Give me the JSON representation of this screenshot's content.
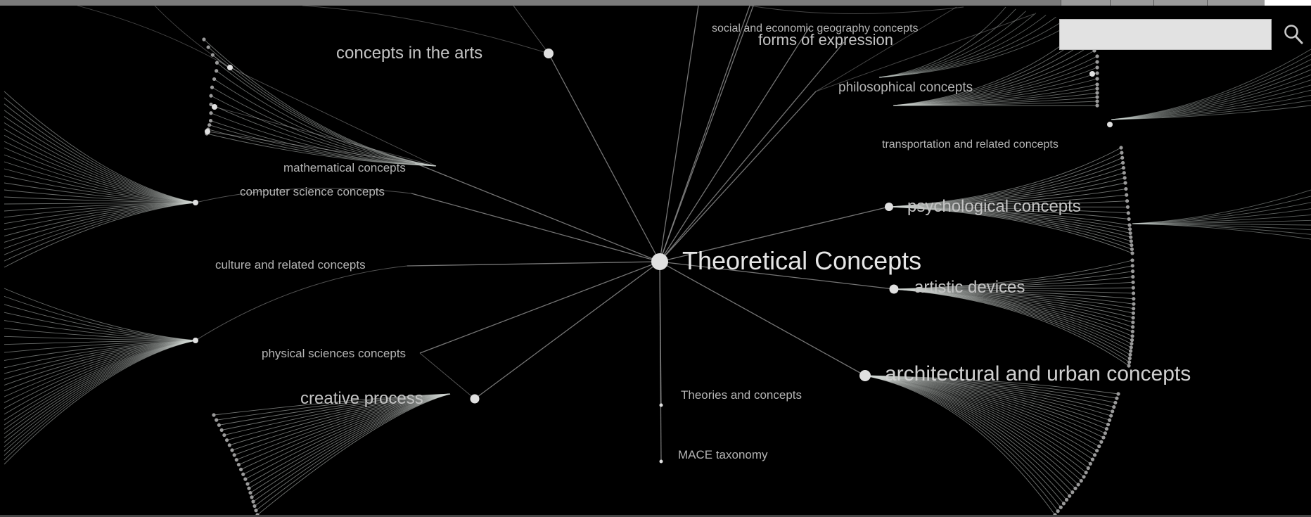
{
  "root": "Theoretical Concepts",
  "search": {
    "value": "",
    "icon": "search-icon"
  },
  "nodes": {
    "concepts_in_the_arts": "concepts in the arts",
    "social_economic_geography": "social and economic geography concepts",
    "forms_of_expression": "forms of expression",
    "philosophical_concepts": "philosophical concepts",
    "transportation": "transportation and related concepts",
    "psychological_concepts": "psychological concepts",
    "mathematical_concepts": "mathematical concepts",
    "computer_science_concepts": "computer science concepts",
    "culture_and_related_concepts": "culture and related concepts",
    "artistic_devices": "artistic devices",
    "physical_sciences_concepts": "physical sciences concepts",
    "architectural_and_urban_concepts": "architectural and urban concepts",
    "creative_process": "creative process",
    "theories_and_concepts": "Theories and concepts",
    "mace_taxonomy": "MACE taxonomy"
  },
  "colors": {
    "background": "#000000",
    "edge": "#8a8a8a",
    "fan": "#cfd6d2",
    "node": "#e0e0e0"
  }
}
